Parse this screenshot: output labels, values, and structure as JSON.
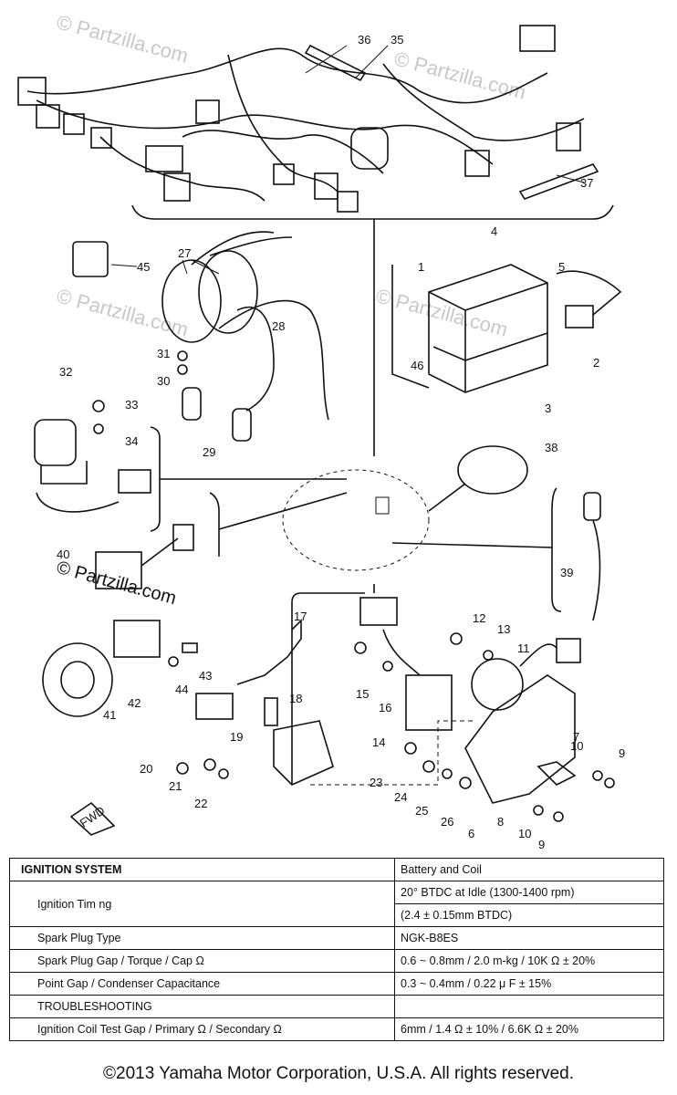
{
  "watermark": {
    "text": "© Partzilla.com"
  },
  "callouts": [
    "1",
    "2",
    "3",
    "4",
    "5",
    "6",
    "7",
    "8",
    "9",
    "9",
    "10",
    "10",
    "11",
    "12",
    "13",
    "14",
    "15",
    "16",
    "17",
    "18",
    "19",
    "20",
    "21",
    "22",
    "23",
    "24",
    "25",
    "26",
    "27",
    "28",
    "29",
    "30",
    "31",
    "32",
    "33",
    "34",
    "35",
    "36",
    "37",
    "38",
    "39",
    "40",
    "41",
    "42",
    "43",
    "44",
    "45",
    "46"
  ],
  "fwd_label": "FWD",
  "spec_table": {
    "rows": [
      {
        "label": "IGNITION SYSTEM",
        "value": "Battery and Coil"
      },
      {
        "label": "Ignition Tim ng",
        "value": "20° BTDC at Idle (1300-1400 rpm)"
      },
      {
        "label": "",
        "value": "(2.4 ± 0.15mm BTDC)"
      },
      {
        "label": "Spark Plug Type",
        "value": "NGK-B8ES"
      },
      {
        "label": "Spark Plug Gap / Torque / Cap Ω",
        "value": "0.6 ~ 0.8mm / 2.0 m-kg / 10K Ω ± 20%"
      },
      {
        "label": "Point Gap / Condenser Capacitance",
        "value": "0.3 ~ 0.4mm / 0.22 μ F ± 15%"
      },
      {
        "label": "TROUBLESHOOTING",
        "value": ""
      },
      {
        "label": "Ignition Coil Test Gap / Primary Ω / Secondary Ω",
        "value": "6mm / 1.4 Ω ± 10% / 6.6K Ω ± 20%"
      }
    ]
  },
  "copyright": "©2013 Yamaha Motor Corporation, U.S.A. All rights reserved."
}
